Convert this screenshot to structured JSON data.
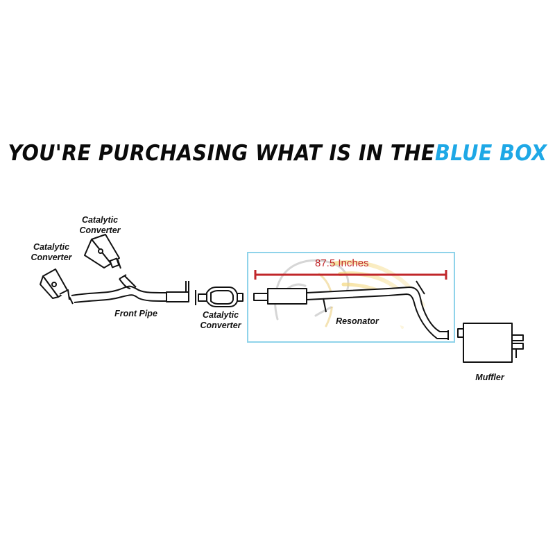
{
  "headline": {
    "prefix": "YOU'RE PURCHASING WHAT IS IN THE ",
    "highlight": "BLUE BOX",
    "accent_color": "#1ea8e6",
    "text_color": "#0a0a0a"
  },
  "labels": {
    "cat_converter_top": [
      "Catalytic",
      "Converter"
    ],
    "cat_converter_left": [
      "Catalytic",
      "Converter"
    ],
    "front_pipe": "Front Pipe",
    "cat_converter_mid": [
      "Catalytic",
      "Converter"
    ],
    "resonator": "Resonator",
    "muffler": "Muffler"
  },
  "dimension": {
    "label": "87.5 Inches",
    "color": "#c0262a"
  },
  "highlight_box": {
    "color": "#8fd3ea"
  }
}
